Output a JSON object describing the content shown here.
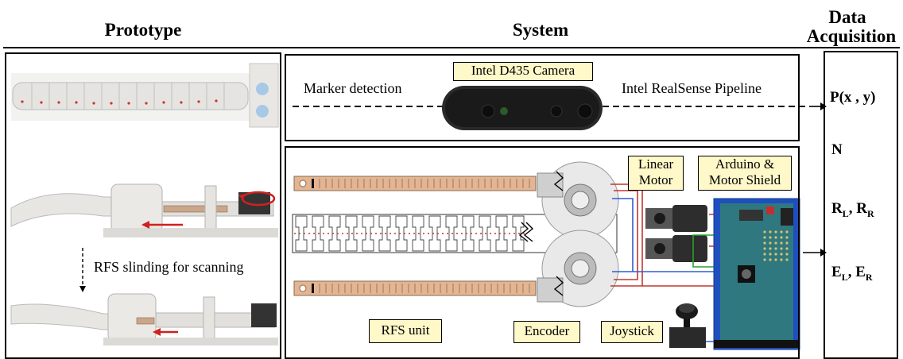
{
  "headers": {
    "prototype": "Prototype",
    "system": "System",
    "data_acquisition_line1": "Data",
    "data_acquisition_line2": "Acquisition"
  },
  "camera": {
    "label": "Intel D435 Camera",
    "left_text": "Marker detection",
    "right_text": "Intel RealSense Pipeline"
  },
  "system_labels": {
    "linear_motor": "Linear Motor",
    "arduino": "Arduino & Motor Shield",
    "rfs_unit": "RFS unit",
    "encoder": "Encoder",
    "joystick": "Joystick"
  },
  "prototype_caption": "RFS slinding for scanning",
  "outputs": {
    "p": "P(x , y)",
    "n": "N",
    "r_base": "R",
    "r_sub_l": "L",
    "r_sep": ", ",
    "r_sub_r": "R",
    "e_base": "E",
    "e_sub_l": "L",
    "e_sep": ", ",
    "e_sub_r": "R"
  },
  "colors": {
    "label_fill": "#fff8c8",
    "wire_red": "#c0392b",
    "wire_blue": "#2f5fd0",
    "wire_green": "#2aa02a",
    "board_blue": "#1f4fbf",
    "board_green": "#3c9a4a",
    "strip_tan": "#e3b592"
  }
}
